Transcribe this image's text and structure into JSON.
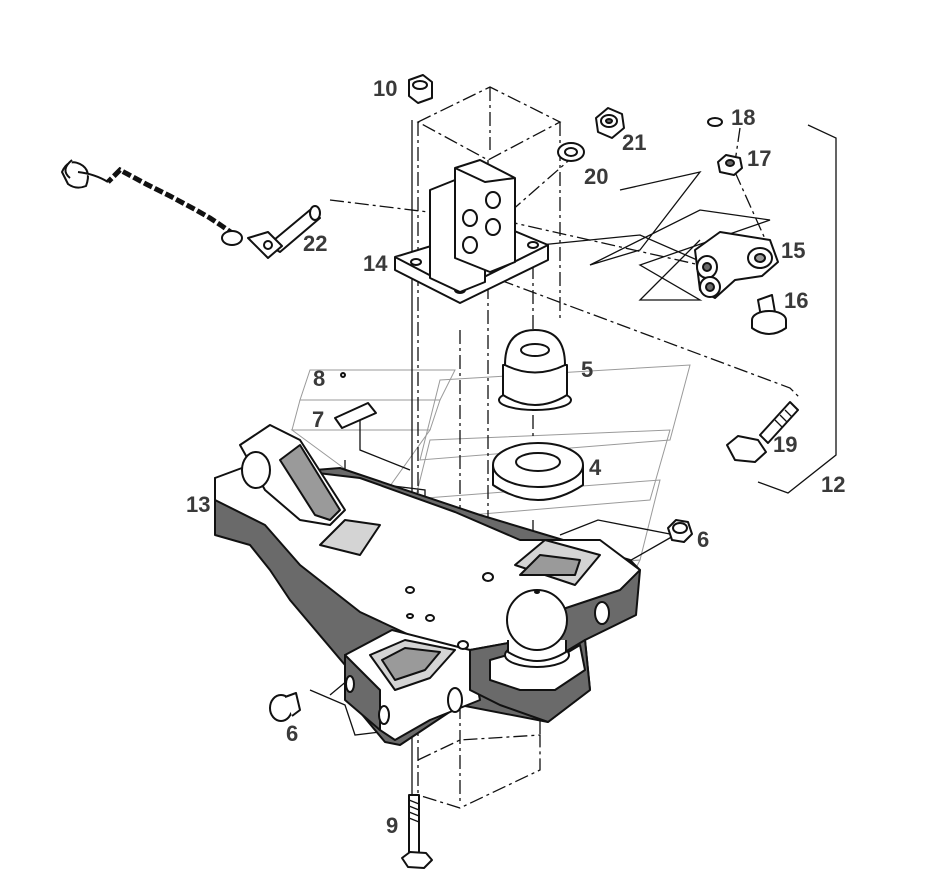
{
  "labels": {
    "p4": "4",
    "p5": "5",
    "p6a": "6",
    "p6b": "6",
    "p7": "7",
    "p8": "8",
    "p9": "9",
    "p10": "10",
    "p12": "12",
    "p13": "13",
    "p14": "14",
    "p15": "15",
    "p16": "16",
    "p17": "17",
    "p18": "18",
    "p19": "19",
    "p20": "20",
    "p21": "21",
    "p22": "22"
  }
}
